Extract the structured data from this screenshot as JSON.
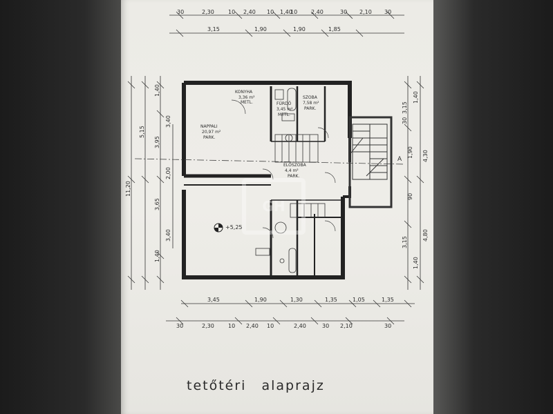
{
  "title": "tetőtéri alaprajz",
  "watermark": "GH",
  "rooms": {
    "konyha_name": "KONYHA",
    "konyha_area": "3,36 m²",
    "konyha_floor": "METL.",
    "furdo_name": "FÜRDŐ",
    "furdo_area": "3,45 m²",
    "furdo_floor": "METL.",
    "szoba_name": "SZOBA",
    "szoba_area": "7,58 m²",
    "szoba_floor": "PARK.",
    "nappali_name": "NAPPALI",
    "nappali_area": "20,97 m²",
    "nappali_floor": "PARK.",
    "eloszoba_name": "ELŐSZOBA",
    "eloszoba_area": "4,4 m²",
    "eloszoba_floor": "PARK."
  },
  "top_dims": {
    "row1": [
      "30",
      "2,30",
      "10",
      "2,40",
      "10",
      "1,40",
      "10",
      "2,40",
      "30",
      "2,10",
      "30"
    ],
    "row2": [
      "3,15",
      "1,90",
      "1,90",
      "1,85"
    ]
  },
  "bottom_dims": {
    "row1": [
      "3,45",
      "1,90",
      "1,30",
      "1,35",
      "1,05",
      "1,35"
    ],
    "row2": [
      "30",
      "2,30",
      "10",
      "2,40",
      "10",
      "2,40",
      "30",
      "2,10",
      "30"
    ]
  },
  "left_dims": [
    "11,20",
    "5,15",
    "3,95",
    "3,40",
    "1,40",
    "3,65",
    "3,40",
    "1,40",
    "2,00"
  ],
  "right_dims": [
    "1,40",
    "3,15",
    "30",
    "1,90",
    "4,30",
    "90",
    "3,15",
    "4,80",
    "1,40"
  ],
  "level_mark": "+5,25",
  "section_mark": "A"
}
